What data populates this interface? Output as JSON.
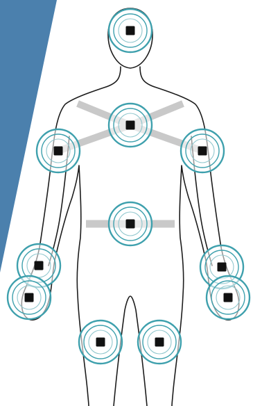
{
  "colors": {
    "background": "#ffffff",
    "accent_panel": "#4b80ad",
    "body_outline": "#1c1c1c",
    "strap": "#c9c9c9",
    "sensor_ring": "#3ea0ad",
    "sensor_ring_light": "#8fc6cd",
    "sensor_core": "#111111"
  },
  "figure": {
    "view": "front",
    "sensor_icon": "concentric-rings-sensor-icon",
    "sensors": [
      {
        "location": "head"
      },
      {
        "location": "chest"
      },
      {
        "location": "right-upper-arm"
      },
      {
        "location": "left-upper-arm"
      },
      {
        "location": "waist"
      },
      {
        "location": "right-wrist"
      },
      {
        "location": "left-wrist"
      },
      {
        "location": "right-hand"
      },
      {
        "location": "left-hand"
      },
      {
        "location": "right-thigh"
      },
      {
        "location": "left-thigh"
      }
    ],
    "straps": [
      {
        "location": "chest-harness"
      },
      {
        "location": "waist-belt"
      }
    ]
  }
}
